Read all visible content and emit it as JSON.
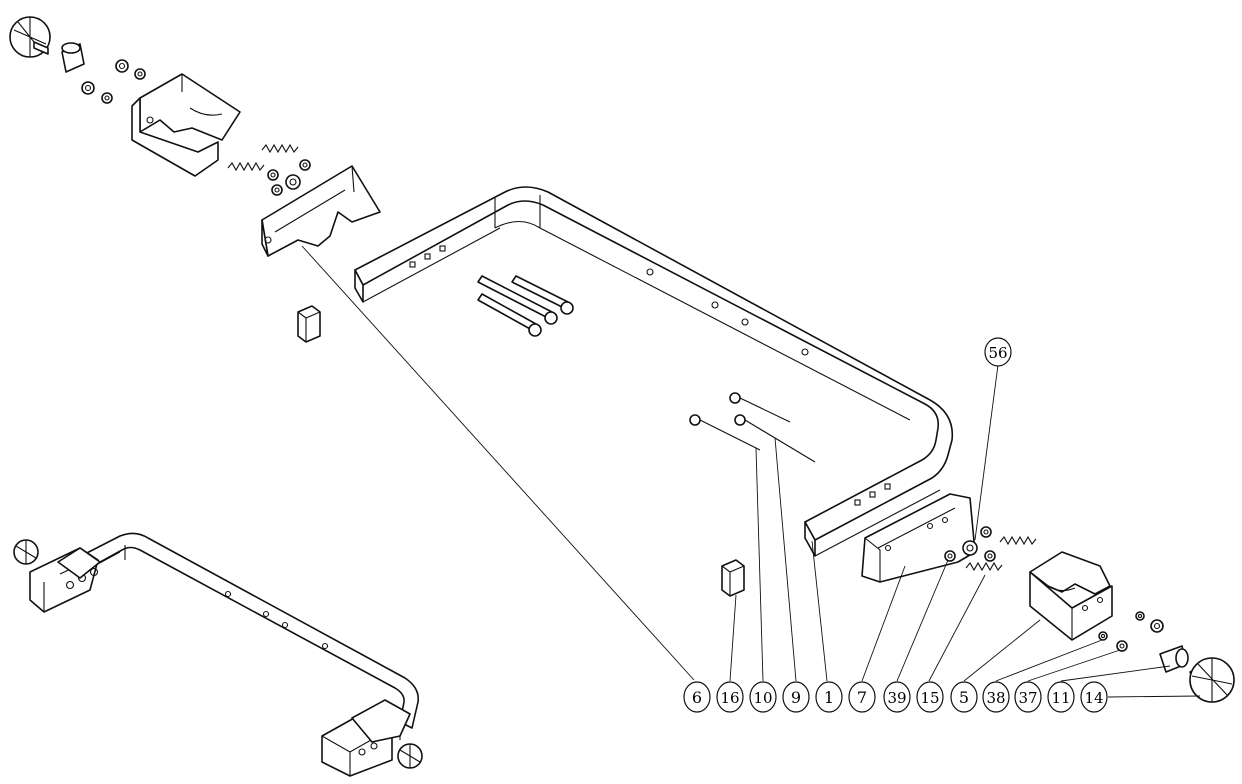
{
  "diagram": {
    "callouts": [
      {
        "id": "callout-6",
        "label": "6"
      },
      {
        "id": "callout-16",
        "label": "16"
      },
      {
        "id": "callout-10",
        "label": "10"
      },
      {
        "id": "callout-9",
        "label": "9"
      },
      {
        "id": "callout-1",
        "label": "1"
      },
      {
        "id": "callout-7",
        "label": "7"
      },
      {
        "id": "callout-39",
        "label": "39"
      },
      {
        "id": "callout-15",
        "label": "15"
      },
      {
        "id": "callout-5",
        "label": "5"
      },
      {
        "id": "callout-38",
        "label": "38"
      },
      {
        "id": "callout-37",
        "label": "37"
      },
      {
        "id": "callout-11",
        "label": "11"
      },
      {
        "id": "callout-14",
        "label": "14"
      },
      {
        "id": "callout-56",
        "label": "56"
      }
    ]
  }
}
